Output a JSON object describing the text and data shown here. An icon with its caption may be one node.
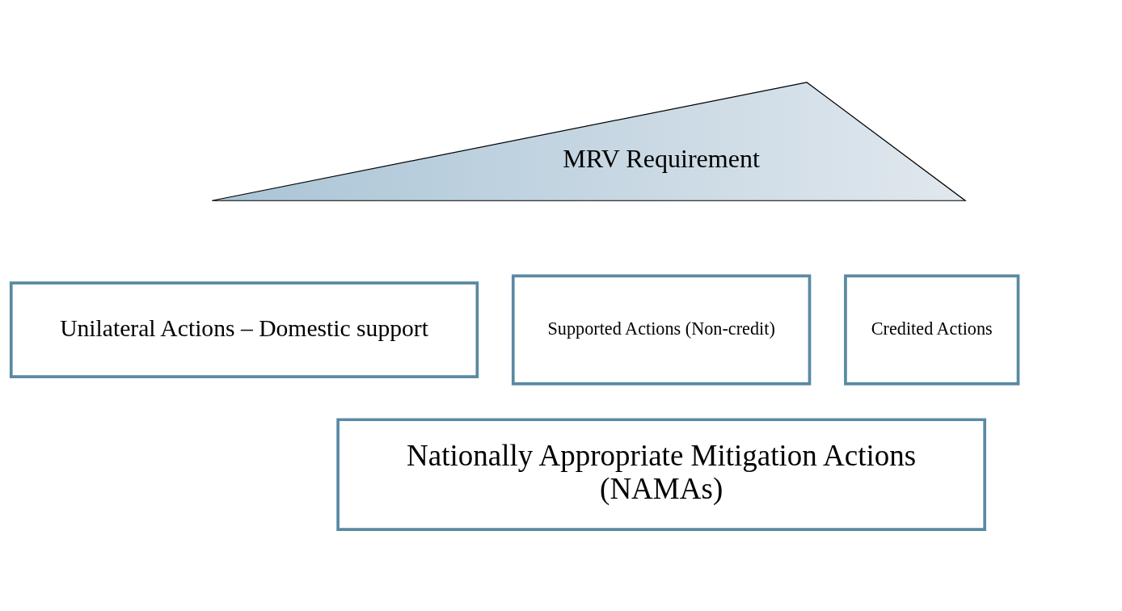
{
  "diagram": {
    "nodes": [
      {
        "text": [
          "MRV Requirement"
        ]
      },
      {
        "text": [
          "Unilateral Actions – Domestic support"
        ]
      },
      {
        "text": [
          "Supported Actions (Non-credit)"
        ]
      },
      {
        "text": [
          "Credited Actions"
        ]
      },
      {
        "text": [
          "Nationally Appropriate Mitigation Actions",
          "(NAMAs)"
        ]
      }
    ]
  }
}
